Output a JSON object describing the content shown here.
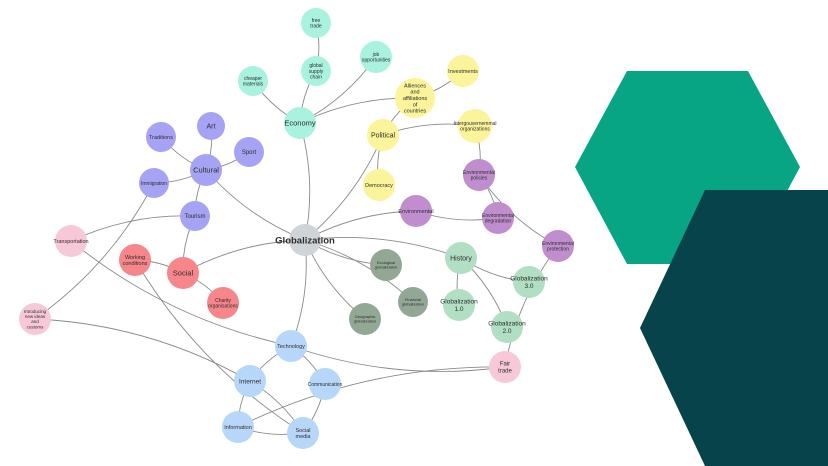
{
  "palette": {
    "teal_hexagon": "#08a585",
    "dark_hexagon": "#06434b",
    "edge": "#8a8a8a",
    "center": "#cfd4d9",
    "economy": "#a9f2df",
    "political": "#fbf49a",
    "cultural": "#a6a3f4",
    "social": "#f7868b",
    "environmental": "#c08ecf",
    "history": "#b1dfc3",
    "globalization_types": "#92a895",
    "technology": "#b7d7fa",
    "transport": "#f7c8d8"
  },
  "nodes": [
    {
      "id": "globalization",
      "label": "Globalization",
      "group": "center"
    },
    {
      "id": "economy",
      "label": "Economy",
      "group": "economy"
    },
    {
      "id": "free_trade",
      "label": "free trade",
      "group": "economy"
    },
    {
      "id": "global_supply_chain",
      "label": "global supply chain",
      "group": "economy"
    },
    {
      "id": "cheaper_materials",
      "label": "cheaper materials",
      "group": "economy"
    },
    {
      "id": "job_opportunities",
      "label": "job opportunities",
      "group": "economy"
    },
    {
      "id": "political",
      "label": "Political",
      "group": "political"
    },
    {
      "id": "alliances",
      "label": "Alliences and affiliations of countries",
      "group": "political"
    },
    {
      "id": "investments",
      "label": "Investments",
      "group": "political"
    },
    {
      "id": "intergov",
      "label": "Intergouvernemmal organizations",
      "group": "political"
    },
    {
      "id": "democracy",
      "label": "Democracy",
      "group": "political"
    },
    {
      "id": "cultural",
      "label": "Cultural",
      "group": "cultural"
    },
    {
      "id": "art",
      "label": "Art",
      "group": "cultural"
    },
    {
      "id": "traditions",
      "label": "Traditions",
      "group": "cultural"
    },
    {
      "id": "sport",
      "label": "Sport",
      "group": "cultural"
    },
    {
      "id": "immigration",
      "label": "Immigration",
      "group": "cultural"
    },
    {
      "id": "tourism",
      "label": "Tourism",
      "group": "cultural"
    },
    {
      "id": "env_policies",
      "label": "Environmental policies",
      "group": "environmental"
    },
    {
      "id": "environmental",
      "label": "Environmental",
      "group": "environmental"
    },
    {
      "id": "env_degradation",
      "label": "Environmental degradation",
      "group": "environmental"
    },
    {
      "id": "env_protection",
      "label": "Environmental protection",
      "group": "environmental"
    },
    {
      "id": "transportation",
      "label": "Transportation",
      "group": "transport"
    },
    {
      "id": "social",
      "label": "Social",
      "group": "social"
    },
    {
      "id": "working_conditions",
      "label": "Working conditions",
      "group": "social"
    },
    {
      "id": "charity",
      "label": "Charity organisations",
      "group": "social"
    },
    {
      "id": "ecological",
      "label": "Ecological globalization",
      "group": "globalization_types"
    },
    {
      "id": "financial",
      "label": "Financial globalization",
      "group": "globalization_types"
    },
    {
      "id": "geographic",
      "label": "Geographic globalization",
      "group": "globalization_types"
    },
    {
      "id": "history",
      "label": "History",
      "group": "history"
    },
    {
      "id": "glob_1",
      "label": "Globalization 1.0",
      "group": "history"
    },
    {
      "id": "glob_2",
      "label": "Globalization 2.0",
      "group": "history"
    },
    {
      "id": "glob_3",
      "label": "Globalization 3.0",
      "group": "history"
    },
    {
      "id": "introducing",
      "label": "Introducing new ideas and customs",
      "group": "transport"
    },
    {
      "id": "technology",
      "label": "Technology",
      "group": "technology"
    },
    {
      "id": "internet",
      "label": "Internet",
      "group": "technology"
    },
    {
      "id": "communication",
      "label": "Communication",
      "group": "technology"
    },
    {
      "id": "information",
      "label": "Information",
      "group": "technology"
    },
    {
      "id": "social_media",
      "label": "Social media",
      "group": "technology"
    },
    {
      "id": "fair_trade",
      "label": "Fair trade",
      "group": "transport"
    }
  ],
  "edges": [
    [
      "globalization",
      "economy"
    ],
    [
      "economy",
      "global_supply_chain"
    ],
    [
      "global_supply_chain",
      "free_trade"
    ],
    [
      "economy",
      "cheaper_materials"
    ],
    [
      "economy",
      "job_opportunities"
    ],
    [
      "economy",
      "alliances"
    ],
    [
      "globalization",
      "political"
    ],
    [
      "political",
      "alliances"
    ],
    [
      "alliances",
      "investments"
    ],
    [
      "political",
      "intergov"
    ],
    [
      "political",
      "democracy"
    ],
    [
      "globalization",
      "cultural"
    ],
    [
      "cultural",
      "art"
    ],
    [
      "cultural",
      "traditions"
    ],
    [
      "cultural",
      "sport"
    ],
    [
      "cultural",
      "immigration"
    ],
    [
      "cultural",
      "tourism"
    ],
    [
      "globalization",
      "environmental"
    ],
    [
      "environmental",
      "env_degradation"
    ],
    [
      "env_policies",
      "env_degradation"
    ],
    [
      "env_policies",
      "env_protection"
    ],
    [
      "intergov",
      "env_policies"
    ],
    [
      "globalization",
      "social"
    ],
    [
      "social",
      "tourism"
    ],
    [
      "social",
      "working_conditions"
    ],
    [
      "social",
      "charity"
    ],
    [
      "tourism",
      "transportation"
    ],
    [
      "immigration",
      "introducing"
    ],
    [
      "globalization",
      "ecological"
    ],
    [
      "globalization",
      "financial"
    ],
    [
      "globalization",
      "geographic"
    ],
    [
      "globalization",
      "history"
    ],
    [
      "history",
      "glob_1"
    ],
    [
      "history",
      "glob_2"
    ],
    [
      "history",
      "glob_3"
    ],
    [
      "globalization",
      "technology"
    ],
    [
      "technology",
      "internet"
    ],
    [
      "technology",
      "communication"
    ],
    [
      "internet",
      "information"
    ],
    [
      "communication",
      "social_media"
    ],
    [
      "information",
      "social_media"
    ],
    [
      "internet",
      "social_media"
    ],
    [
      "technology",
      "fair_trade"
    ],
    [
      "fair_trade",
      "env_protection"
    ],
    [
      "transportation",
      "technology"
    ],
    [
      "introducing",
      "internet"
    ],
    [
      "working_conditions",
      "social_media"
    ],
    [
      "information",
      "fair_trade"
    ]
  ]
}
